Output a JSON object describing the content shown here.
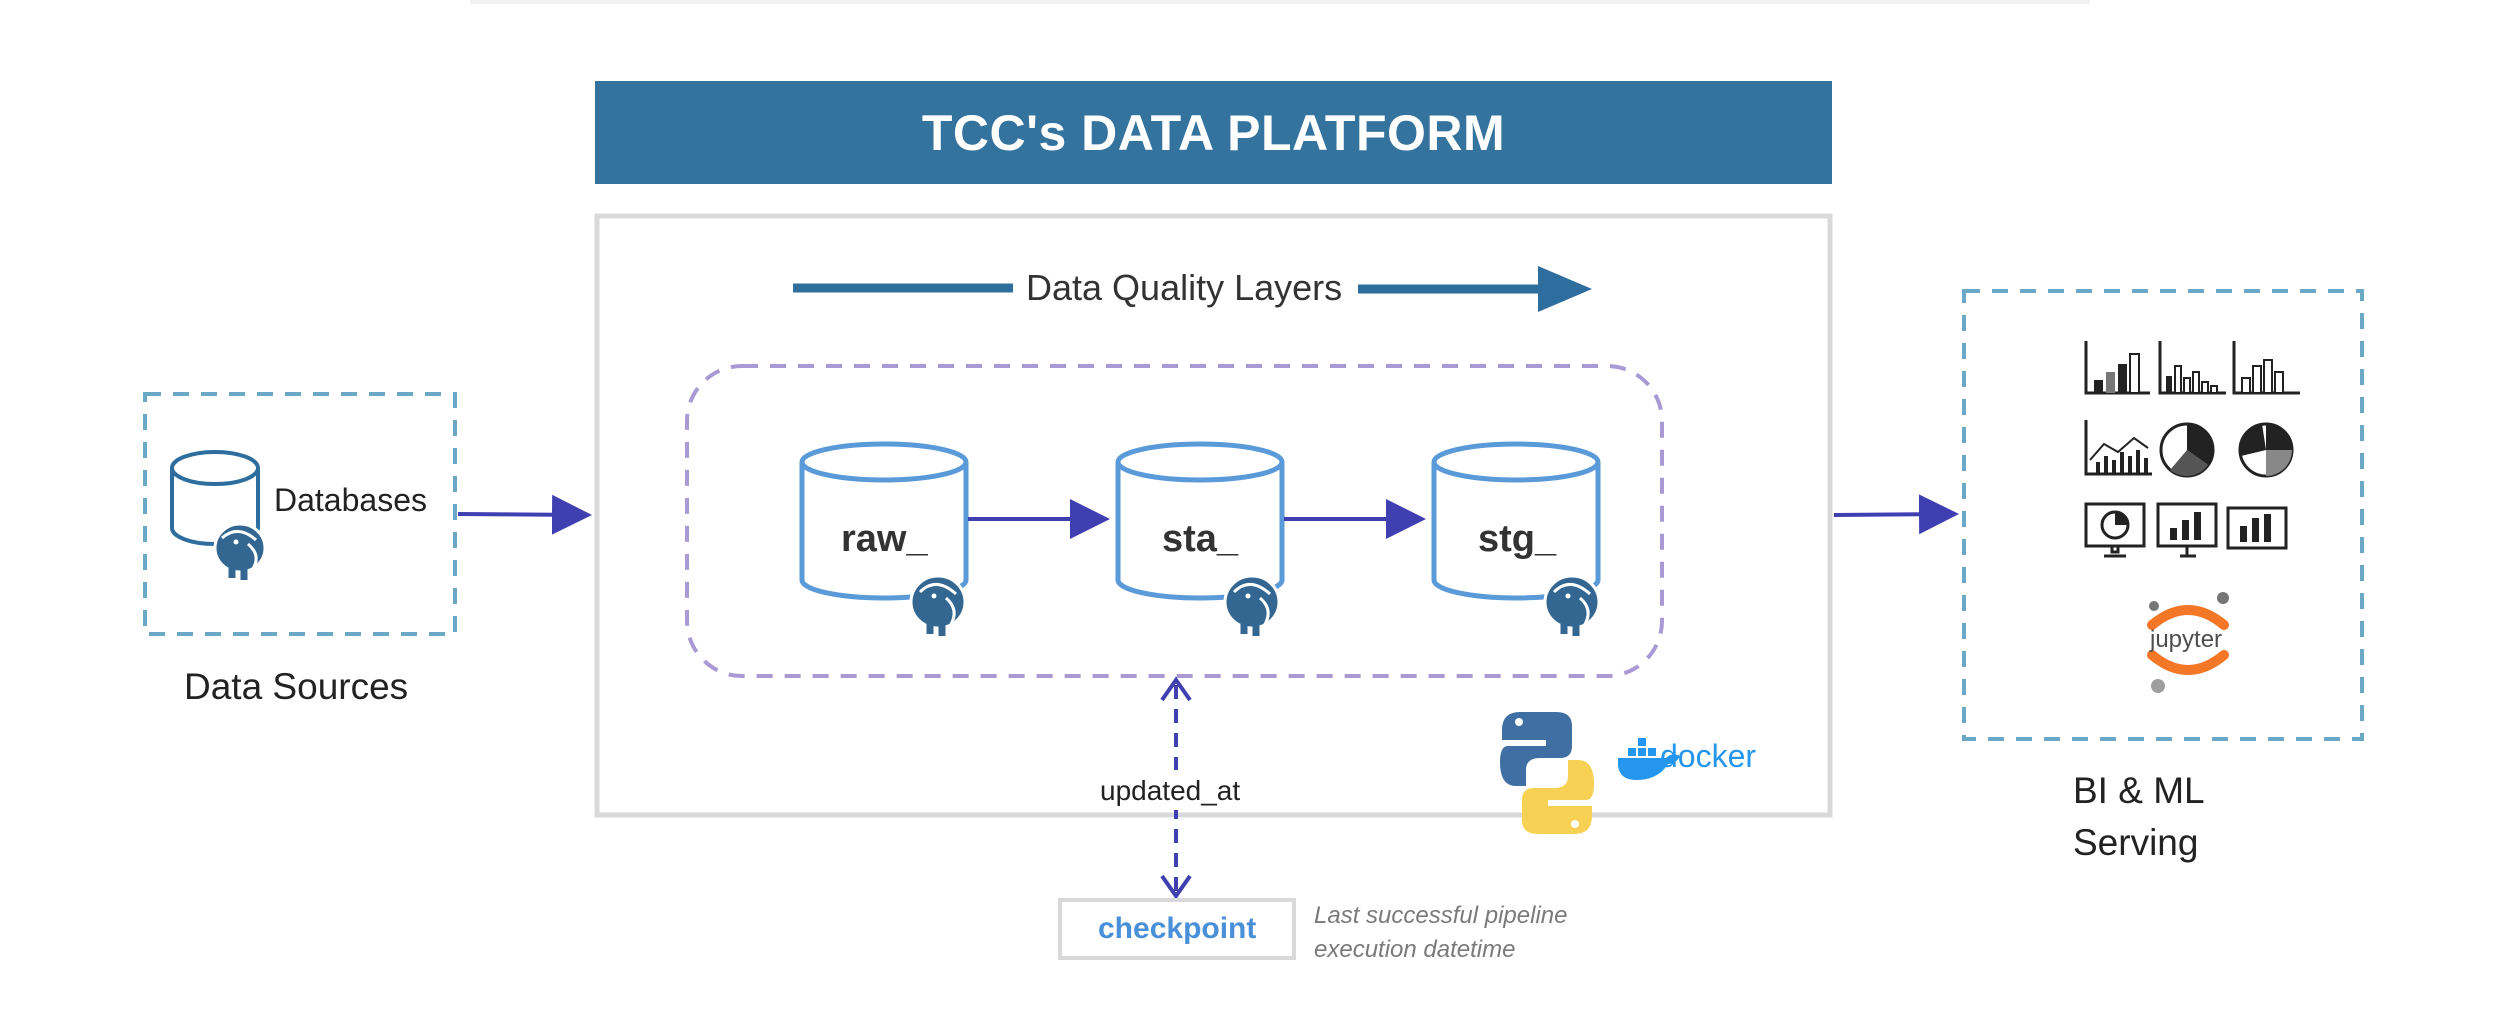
{
  "title": "TCC's DATA PLATFORM",
  "data_quality_label": "Data Quality Layers",
  "sources": {
    "databases_label": "Databases",
    "caption": "Data Sources"
  },
  "layers": [
    {
      "label": "raw_"
    },
    {
      "label": "sta_"
    },
    {
      "label": "stg_"
    }
  ],
  "updated_at_label": "updated_at",
  "checkpoint": {
    "label": "checkpoint",
    "note_line1": "Last successful pipeline",
    "note_line2": "execution datetime"
  },
  "serving": {
    "caption_line1": "BI & ML",
    "caption_line2": "Serving",
    "jupyter_label": "jupyter"
  },
  "docker_label": "docker",
  "colors": {
    "banner": "#33739e",
    "arrow": "#3f3fb1",
    "cylinder": "#5a9ad9",
    "dashed_blue": "#6aa8c8",
    "dashed_purple": "#a99ad6",
    "checkpoint_text": "#4a90d9"
  }
}
